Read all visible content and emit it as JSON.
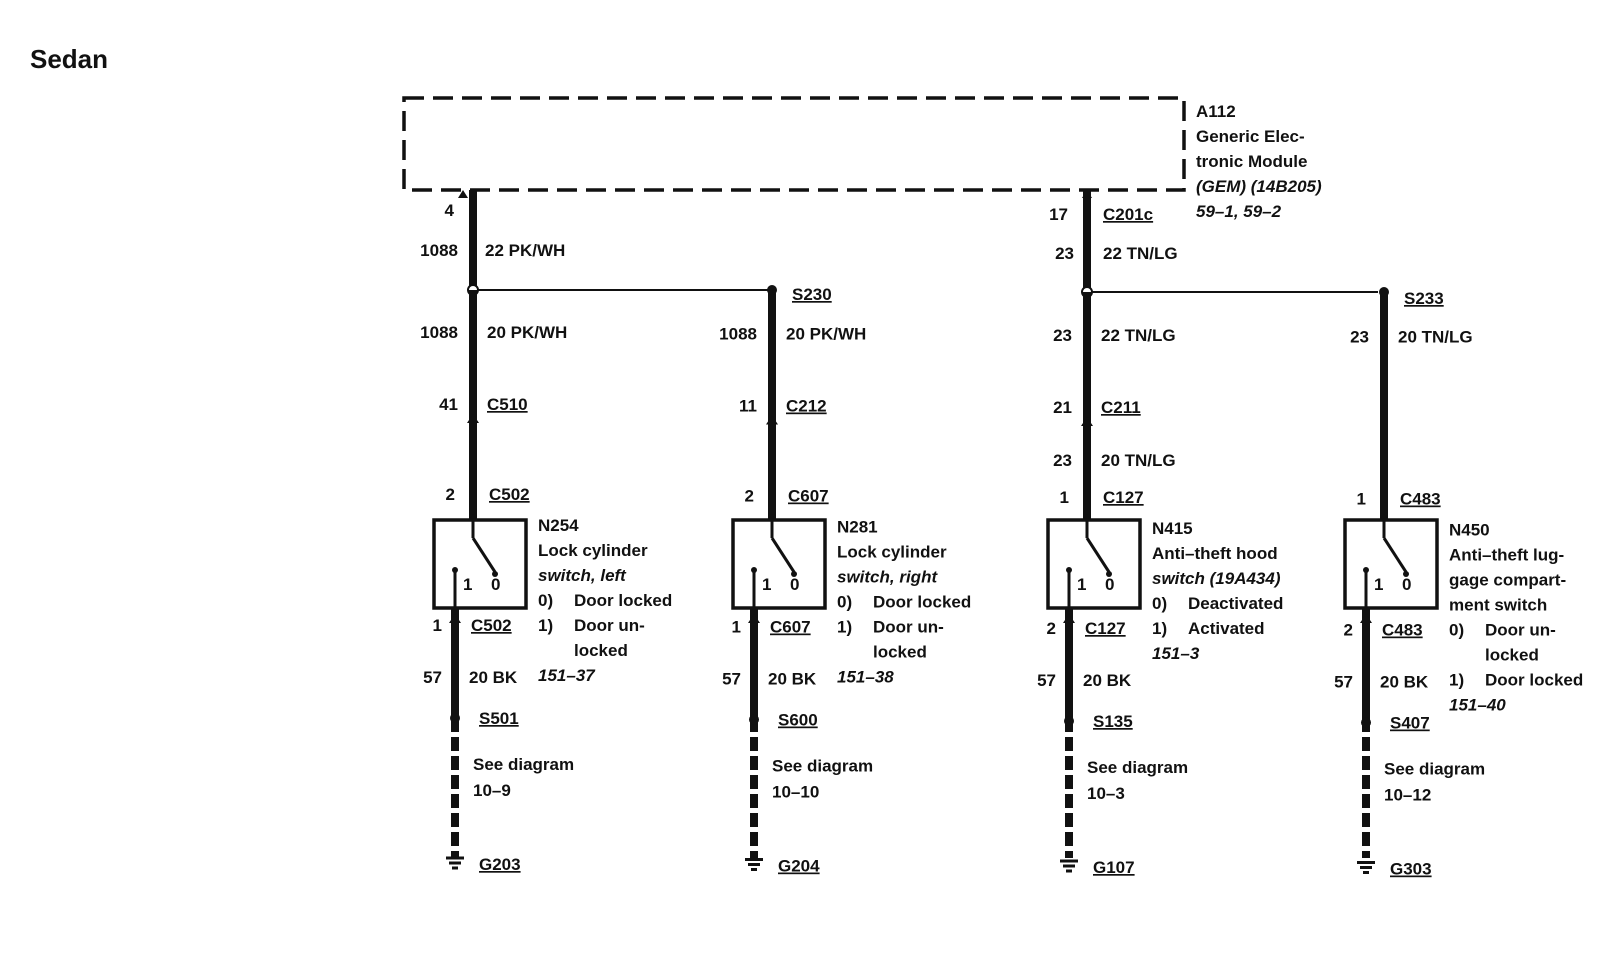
{
  "title": "Sedan",
  "module": {
    "lines": [
      "A112",
      "Generic Elec-",
      "tronic Module",
      "(GEM) (14B205)"
    ],
    "ref": "59–1, 59–2"
  },
  "module_pins": {
    "left_pin": "4",
    "right_pin": "17",
    "right_connector": "C201c"
  },
  "trunks": [
    {
      "circuit": "1088",
      "wire": "22 PK/WH"
    },
    {
      "circuit": "23",
      "wire": "22 TN/LG"
    }
  ],
  "splices": [
    "S230",
    "S233"
  ],
  "branches": [
    {
      "upper_circuit": "1088",
      "upper_wire": "20 PK/WH",
      "inline_pin": "41",
      "inline_connector": "C510",
      "lower_circuit": "",
      "lower_wire": "",
      "switch_pin_top": "2",
      "switch_connector_top": "C502",
      "switch_id": "N254",
      "switch_desc": [
        "Lock cylinder",
        "switch, left"
      ],
      "pos_labels": [
        "1",
        "0"
      ],
      "states": [
        [
          "0)",
          "Door locked"
        ],
        [
          "1)",
          "Door un-"
        ],
        [
          "",
          "locked"
        ]
      ],
      "ref": "151–37",
      "switch_pin_bottom": "1",
      "switch_connector_bottom": "C502",
      "ground_circuit": "57",
      "ground_wire": "20 BK",
      "splice": "S501",
      "see": [
        "See diagram",
        "10–9"
      ],
      "ground": "G203"
    },
    {
      "upper_circuit": "1088",
      "upper_wire": "20 PK/WH",
      "inline_pin": "11",
      "inline_connector": "C212",
      "lower_circuit": "",
      "lower_wire": "",
      "switch_pin_top": "2",
      "switch_connector_top": "C607",
      "switch_id": "N281",
      "switch_desc": [
        "Lock cylinder",
        "switch, right"
      ],
      "pos_labels": [
        "1",
        "0"
      ],
      "states": [
        [
          "0)",
          "Door locked"
        ],
        [
          "1)",
          "Door un-"
        ],
        [
          "",
          "locked"
        ]
      ],
      "ref": "151–38",
      "switch_pin_bottom": "1",
      "switch_connector_bottom": "C607",
      "ground_circuit": "57",
      "ground_wire": "20 BK",
      "splice": "S600",
      "see": [
        "See diagram",
        "10–10"
      ],
      "ground": "G204"
    },
    {
      "upper_circuit": "23",
      "upper_wire": "22 TN/LG",
      "inline_pin": "21",
      "inline_connector": "C211",
      "lower_circuit": "23",
      "lower_wire": "20 TN/LG",
      "switch_pin_top": "1",
      "switch_connector_top": "C127",
      "switch_id": "N415",
      "switch_desc": [
        "Anti–theft hood",
        "switch (19A434)"
      ],
      "pos_labels": [
        "1",
        "0"
      ],
      "states": [
        [
          "0)",
          "Deactivated"
        ],
        [
          "1)",
          "Activated"
        ]
      ],
      "ref": "151–3",
      "switch_pin_bottom": "2",
      "switch_connector_bottom": "C127",
      "ground_circuit": "57",
      "ground_wire": "20 BK",
      "splice": "S135",
      "see": [
        "See diagram",
        "10–3"
      ],
      "ground": "G107"
    },
    {
      "upper_circuit": "23",
      "upper_wire": "20 TN/LG",
      "inline_pin": "",
      "inline_connector": "",
      "lower_circuit": "",
      "lower_wire": "",
      "switch_pin_top": "1",
      "switch_connector_top": "C483",
      "switch_id": "N450",
      "switch_desc": [
        "Anti–theft lug-",
        "gage compart-",
        "ment switch"
      ],
      "pos_labels": [
        "1",
        "0"
      ],
      "states": [
        [
          "0)",
          "Door un-"
        ],
        [
          "",
          "locked"
        ],
        [
          "1)",
          "Door locked"
        ]
      ],
      "ref": "151–40",
      "switch_pin_bottom": "2",
      "switch_connector_bottom": "C483",
      "ground_circuit": "57",
      "ground_wire": "20 BK",
      "splice": "S407",
      "see": [
        "See diagram",
        "10–12"
      ],
      "ground": "G303"
    }
  ]
}
